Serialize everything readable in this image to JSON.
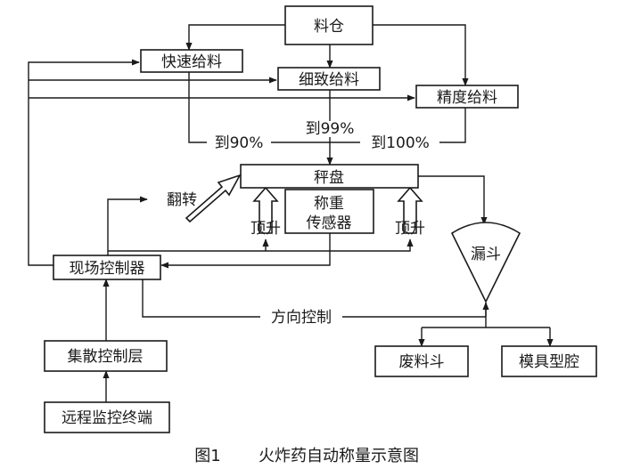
{
  "nodes": {
    "silo": "料仓",
    "fast_feed": "快速给料",
    "fine_feed": "细致给料",
    "precise_feed": "精度给料",
    "scale": "秤盘",
    "load_cell_line1": "称重",
    "load_cell_line2": "传感器",
    "funnel": "漏斗",
    "field_controller": "现场控制器",
    "dcs": "集散控制层",
    "remote_terminal": "远程监控终端",
    "waste_bin": "废料斗",
    "mold_cavity": "模具型腔"
  },
  "labels": {
    "to_90": "到90%",
    "to_99": "到99%",
    "to_100": "到100%",
    "flip": "翻转",
    "lift_left": "顶升",
    "lift_right": "顶升",
    "direction_control": "方向控制"
  },
  "caption": {
    "number": "图1",
    "title": "火炸药自动称量示意图"
  }
}
